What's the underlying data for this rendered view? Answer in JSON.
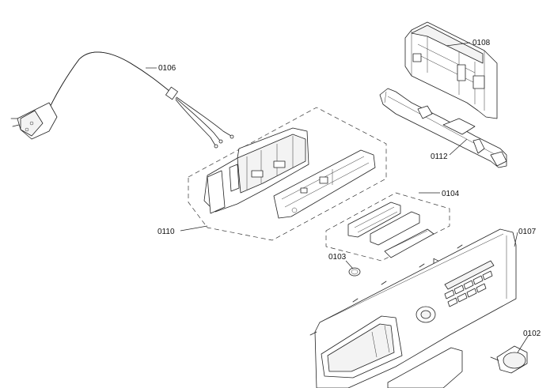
{
  "labels": {
    "p0102": "0102",
    "p0103": "0103",
    "p0104": "0104",
    "p0106": "0106",
    "p0107": "0107",
    "p0108": "0108",
    "p0110": "0110",
    "p0112": "0112"
  }
}
